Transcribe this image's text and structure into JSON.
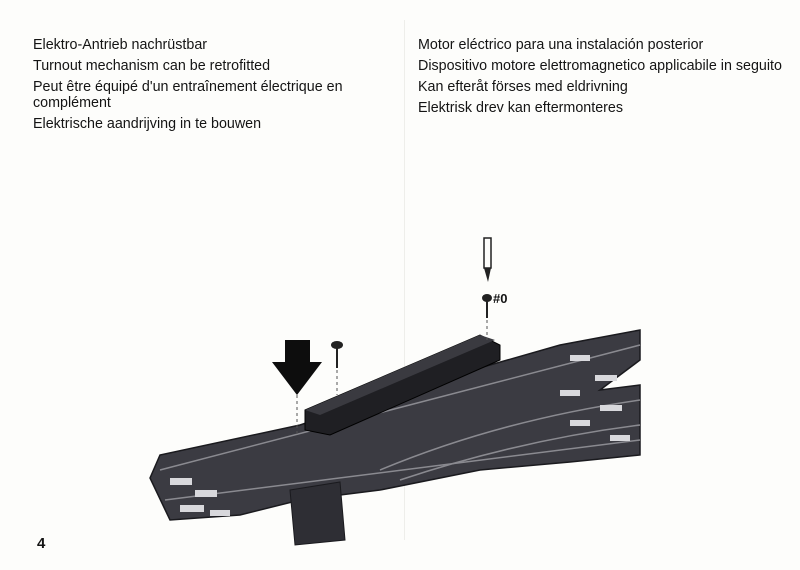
{
  "left_column": [
    "Elektro-Antrieb nachrüstbar",
    "Turnout mechanism can be retrofitted",
    "Peut être équipé d'un entraînement électrique en complément",
    "Elektrische aandrijving in te bouwen"
  ],
  "right_column": [
    "Motor eléctrico para una instalación posterior",
    "Dispositivo motore elettromagnetico applicabile in seguito",
    "Kan efteråt förses med eldrivning",
    "Elektrisk drev kan eftermonteres"
  ],
  "illustration": {
    "screw_label": "#0"
  },
  "page_number": "4"
}
